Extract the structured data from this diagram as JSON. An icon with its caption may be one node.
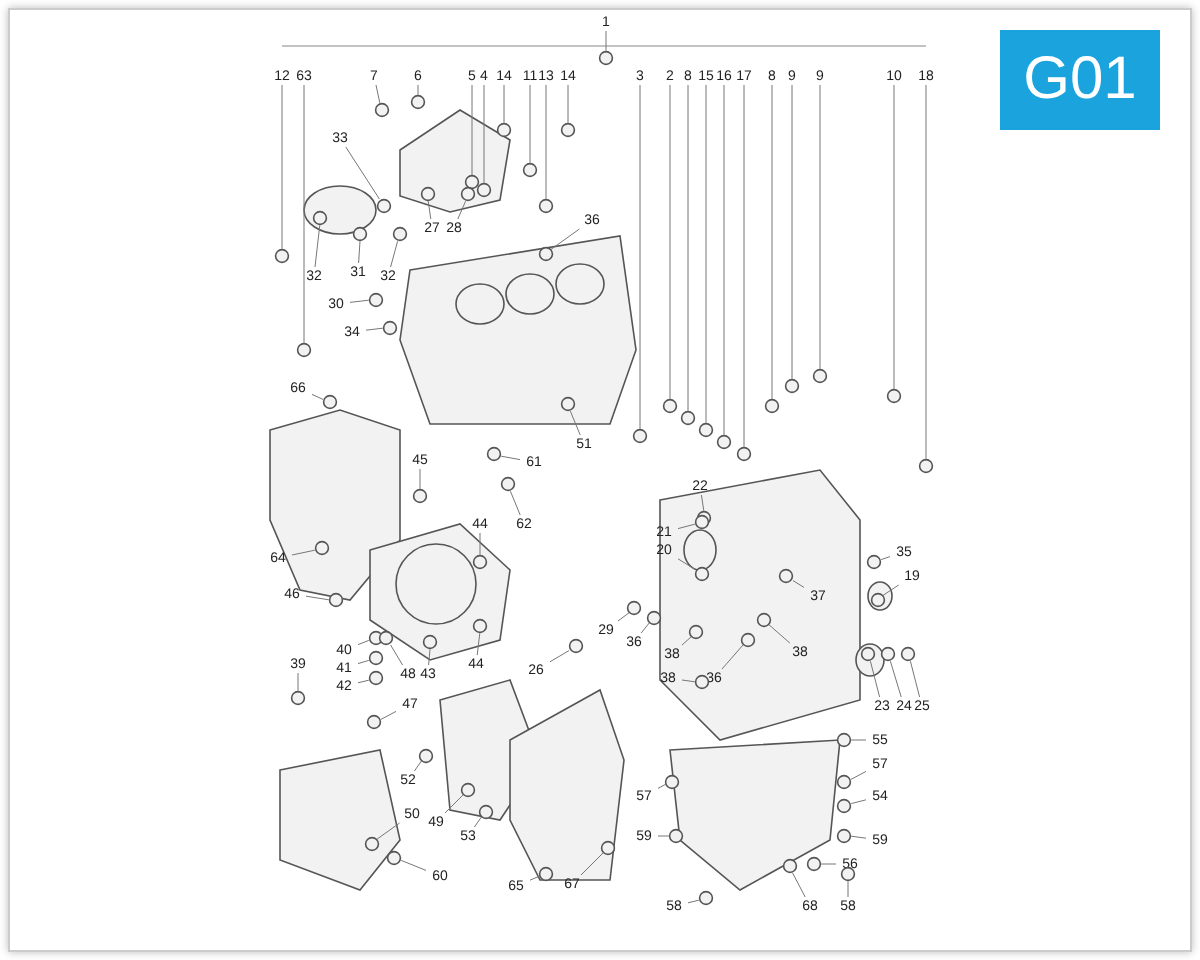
{
  "diagram": {
    "nodes": [
      {
        "text": [
          "1"
        ]
      },
      {
        "text": [
          "12"
        ]
      },
      {
        "text": [
          "63"
        ]
      },
      {
        "text": [
          "7"
        ]
      },
      {
        "text": [
          "6"
        ]
      },
      {
        "text": [
          "5"
        ]
      },
      {
        "text": [
          "4"
        ]
      },
      {
        "text": [
          "14"
        ]
      },
      {
        "text": [
          "11"
        ]
      },
      {
        "text": [
          "13"
        ]
      },
      {
        "text": [
          "14"
        ]
      },
      {
        "text": [
          "3"
        ]
      },
      {
        "text": [
          "2"
        ]
      },
      {
        "text": [
          "8"
        ]
      },
      {
        "text": [
          "15"
        ]
      },
      {
        "text": [
          "16"
        ]
      },
      {
        "text": [
          "17"
        ]
      },
      {
        "text": [
          "8"
        ]
      },
      {
        "text": [
          "9"
        ]
      },
      {
        "text": [
          "9"
        ]
      },
      {
        "text": [
          "10"
        ]
      },
      {
        "text": [
          "18"
        ]
      },
      {
        "text": [
          "33"
        ]
      },
      {
        "text": [
          "27"
        ]
      },
      {
        "text": [
          "28"
        ]
      },
      {
        "text": [
          "36"
        ]
      },
      {
        "text": [
          "32"
        ]
      },
      {
        "text": [
          "31"
        ]
      },
      {
        "text": [
          "32"
        ]
      },
      {
        "text": [
          "30"
        ]
      },
      {
        "text": [
          "34"
        ]
      },
      {
        "text": [
          "66"
        ]
      },
      {
        "text": [
          "51"
        ]
      },
      {
        "text": [
          "45"
        ]
      },
      {
        "text": [
          "61"
        ]
      },
      {
        "text": [
          "62"
        ]
      },
      {
        "text": [
          "44"
        ]
      },
      {
        "text": [
          "64"
        ]
      },
      {
        "text": [
          "46"
        ]
      },
      {
        "text": [
          "39"
        ]
      },
      {
        "text": [
          "40"
        ]
      },
      {
        "text": [
          "41"
        ]
      },
      {
        "text": [
          "42"
        ]
      },
      {
        "text": [
          "48"
        ]
      },
      {
        "text": [
          "43"
        ]
      },
      {
        "text": [
          "44"
        ]
      },
      {
        "text": [
          "47"
        ]
      },
      {
        "text": [
          "22"
        ]
      },
      {
        "text": [
          "21"
        ]
      },
      {
        "text": [
          "20"
        ]
      },
      {
        "text": [
          "29"
        ]
      },
      {
        "text": [
          "36"
        ]
      },
      {
        "text": [
          "38"
        ]
      },
      {
        "text": [
          "38"
        ]
      },
      {
        "text": [
          "37"
        ]
      },
      {
        "text": [
          "38"
        ]
      },
      {
        "text": [
          "36"
        ]
      },
      {
        "text": [
          "35"
        ]
      },
      {
        "text": [
          "19"
        ]
      },
      {
        "text": [
          "23"
        ]
      },
      {
        "text": [
          "24"
        ]
      },
      {
        "text": [
          "25"
        ]
      },
      {
        "text": [
          "26"
        ]
      },
      {
        "text": [
          "52"
        ]
      },
      {
        "text": [
          "50"
        ]
      },
      {
        "text": [
          "49"
        ]
      },
      {
        "text": [
          "53"
        ]
      },
      {
        "text": [
          "60"
        ]
      },
      {
        "text": [
          "65"
        ]
      },
      {
        "text": [
          "67"
        ]
      },
      {
        "text": [
          "57"
        ]
      },
      {
        "text": [
          "59"
        ]
      },
      {
        "text": [
          "55"
        ]
      },
      {
        "text": [
          "57"
        ]
      },
      {
        "text": [
          "54"
        ]
      },
      {
        "text": [
          "59"
        ]
      },
      {
        "text": [
          "56"
        ]
      },
      {
        "text": [
          "58"
        ]
      },
      {
        "text": [
          "68"
        ]
      },
      {
        "text": [
          "58"
        ]
      },
      {
        "text": [],
        "shape": "circle"
      },
      {
        "text": [],
        "shape": "circle"
      },
      {
        "text": [],
        "shape": "circle"
      },
      {
        "text": [],
        "shape": "circle"
      },
      {
        "text": [],
        "shape": "circle"
      },
      {
        "text": [],
        "shape": "circle"
      },
      {
        "text": [],
        "shape": "circle"
      },
      {
        "text": [],
        "shape": "circle"
      },
      {
        "text": [],
        "shape": "circle"
      },
      {
        "text": [],
        "shape": "circle"
      },
      {
        "text": [],
        "shape": "circle"
      },
      {
        "text": [],
        "shape": "circle"
      },
      {
        "text": [],
        "shape": "circle"
      },
      {
        "text": [],
        "shape": "circle"
      },
      {
        "text": [],
        "shape": "circle"
      },
      {
        "text": [],
        "shape": "circle"
      },
      {
        "text": [],
        "shape": "circle"
      },
      {
        "text": [],
        "shape": "circle"
      },
      {
        "text": [],
        "shape": "circle"
      },
      {
        "text": [],
        "shape": "circle"
      },
      {
        "text": [],
        "shape": "circle"
      },
      {
        "text": [],
        "shape": "circle"
      },
      {
        "text": [],
        "shape": "circle"
      },
      {
        "text": [],
        "shape": "circle"
      },
      {
        "text": [],
        "shape": "circle"
      },
      {
        "text": [],
        "shape": "circle"
      },
      {
        "text": [],
        "shape": "circle"
      },
      {
        "text": [],
        "shape": "circle"
      },
      {
        "text": [],
        "shape": "circle"
      },
      {
        "text": [],
        "shape": "circle"
      },
      {
        "text": [],
        "shape": "circle"
      },
      {
        "text": [],
        "shape": "circle"
      },
      {
        "text": [],
        "shape": "circle"
      },
      {
        "text": [],
        "shape": "circle"
      },
      {
        "text": [],
        "shape": "circle"
      },
      {
        "text": [],
        "shape": "circle"
      },
      {
        "text": [],
        "shape": "circle"
      },
      {
        "text": [],
        "shape": "circle"
      },
      {
        "text": [],
        "shape": "circle"
      },
      {
        "text": [],
        "shape": "circle"
      },
      {
        "text": [],
        "shape": "circle"
      },
      {
        "text": [],
        "shape": "circle"
      },
      {
        "text": [],
        "shape": "circle"
      },
      {
        "text": [],
        "shape": "circle"
      },
      {
        "text": [],
        "shape": "circle"
      },
      {
        "text": [],
        "shape": "circle"
      },
      {
        "text": [],
        "shape": "circle"
      },
      {
        "text": [],
        "shape": "circle"
      },
      {
        "text": [],
        "shape": "circle"
      },
      {
        "text": [],
        "shape": "circle"
      },
      {
        "text": [],
        "shape": "circle"
      },
      {
        "text": [],
        "shape": "circle"
      },
      {
        "text": [],
        "shape": "circle"
      },
      {
        "text": [],
        "shape": "circle"
      },
      {
        "text": [],
        "shape": "circle"
      },
      {
        "text": [],
        "shape": "circle"
      },
      {
        "text": [],
        "shape": "circle"
      },
      {
        "text": [],
        "shape": "circle"
      },
      {
        "text": [],
        "shape": "circle"
      },
      {
        "text": [],
        "shape": "circle"
      },
      {
        "text": [],
        "shape": "circle"
      },
      {
        "text": [],
        "shape": "circle"
      },
      {
        "text": [],
        "shape": "circle"
      },
      {
        "text": [],
        "shape": "circle"
      },
      {
        "text": [],
        "shape": "circle"
      },
      {
        "text": [],
        "shape": "circle"
      },
      {
        "text": [],
        "shape": "circle"
      },
      {
        "text": [],
        "shape": "circle"
      },
      {
        "text": [],
        "shape": "circle"
      },
      {
        "text": [],
        "shape": "circle"
      },
      {
        "text": [],
        "shape": "circle"
      },
      {
        "text": [],
        "shape": "circle"
      },
      {
        "text": [],
        "shape": "circle"
      },
      {
        "text": [],
        "shape": "circle"
      },
      {
        "text": [],
        "shape": "circle"
      },
      {
        "text": [],
        "shape": "circle"
      },
      {
        "text": [],
        "shape": "circle"
      },
      {
        "text": [],
        "shape": "circle"
      },
      {
        "text": [],
        "shape": "circle"
      },
      {
        "text": [],
        "shape": "circle"
      }
    ],
    "edges": [
      {
        "from": 0,
        "to": 80,
        "arrow": "none"
      },
      {
        "from": 1,
        "to": 81,
        "arrow": "none"
      },
      {
        "from": 2,
        "to": 82,
        "arrow": "none"
      },
      {
        "from": 3,
        "to": 83,
        "arrow": "none"
      },
      {
        "from": 4,
        "to": 84,
        "arrow": "none"
      },
      {
        "from": 5,
        "to": 85,
        "arrow": "none"
      },
      {
        "from": 6,
        "to": 86,
        "arrow": "none"
      },
      {
        "from": 7,
        "to": 87,
        "arrow": "none"
      },
      {
        "from": 8,
        "to": 88,
        "arrow": "none"
      },
      {
        "from": 9,
        "to": 89,
        "arrow": "none"
      },
      {
        "from": 10,
        "to": 90,
        "arrow": "none"
      },
      {
        "from": 11,
        "to": 91,
        "arrow": "none"
      },
      {
        "from": 12,
        "to": 92,
        "arrow": "none"
      },
      {
        "from": 13,
        "to": 93,
        "arrow": "none"
      },
      {
        "from": 14,
        "to": 94,
        "arrow": "none"
      },
      {
        "from": 15,
        "to": 95,
        "arrow": "none"
      },
      {
        "from": 16,
        "to": 96,
        "arrow": "none"
      },
      {
        "from": 17,
        "to": 97,
        "arrow": "none"
      },
      {
        "from": 18,
        "to": 98,
        "arrow": "none"
      },
      {
        "from": 19,
        "to": 99,
        "arrow": "none"
      },
      {
        "from": 20,
        "to": 100,
        "arrow": "none"
      },
      {
        "from": 21,
        "to": 101,
        "arrow": "none"
      },
      {
        "from": 22,
        "to": 102,
        "arrow": "none"
      },
      {
        "from": 23,
        "to": 103,
        "arrow": "none"
      },
      {
        "from": 24,
        "to": 104,
        "arrow": "none"
      },
      {
        "from": 25,
        "to": 105,
        "arrow": "none"
      },
      {
        "from": 26,
        "to": 106,
        "arrow": "none"
      },
      {
        "from": 27,
        "to": 107,
        "arrow": "none"
      },
      {
        "from": 28,
        "to": 108,
        "arrow": "none"
      },
      {
        "from": 29,
        "to": 109,
        "arrow": "none"
      },
      {
        "from": 30,
        "to": 110,
        "arrow": "none"
      },
      {
        "from": 31,
        "to": 111,
        "arrow": "none"
      },
      {
        "from": 32,
        "to": 112,
        "arrow": "none"
      },
      {
        "from": 33,
        "to": 113,
        "arrow": "none"
      },
      {
        "from": 34,
        "to": 114,
        "arrow": "none"
      },
      {
        "from": 35,
        "to": 115,
        "arrow": "none"
      },
      {
        "from": 36,
        "to": 116,
        "arrow": "none"
      },
      {
        "from": 37,
        "to": 117,
        "arrow": "none"
      },
      {
        "from": 38,
        "to": 118,
        "arrow": "none"
      },
      {
        "from": 39,
        "to": 119,
        "arrow": "none"
      },
      {
        "from": 40,
        "to": 120,
        "arrow": "none"
      },
      {
        "from": 41,
        "to": 121,
        "arrow": "none"
      },
      {
        "from": 42,
        "to": 122,
        "arrow": "none"
      },
      {
        "from": 43,
        "to": 123,
        "arrow": "none"
      },
      {
        "from": 44,
        "to": 124,
        "arrow": "none"
      },
      {
        "from": 45,
        "to": 125,
        "arrow": "none"
      },
      {
        "from": 46,
        "to": 126,
        "arrow": "none"
      },
      {
        "from": 47,
        "to": 127,
        "arrow": "none"
      },
      {
        "from": 48,
        "to": 128,
        "arrow": "none"
      },
      {
        "from": 49,
        "to": 129,
        "arrow": "none"
      },
      {
        "from": 50,
        "to": 130,
        "arrow": "none"
      },
      {
        "from": 51,
        "to": 131,
        "arrow": "none"
      },
      {
        "from": 52,
        "to": 132,
        "arrow": "none"
      },
      {
        "from": 53,
        "to": 133,
        "arrow": "none"
      },
      {
        "from": 54,
        "to": 134,
        "arrow": "none"
      },
      {
        "from": 55,
        "to": 135,
        "arrow": "none"
      },
      {
        "from": 56,
        "to": 136,
        "arrow": "none"
      },
      {
        "from": 57,
        "to": 137,
        "arrow": "none"
      },
      {
        "from": 58,
        "to": 138,
        "arrow": "none"
      },
      {
        "from": 59,
        "to": 139,
        "arrow": "none"
      },
      {
        "from": 60,
        "to": 140,
        "arrow": "none"
      },
      {
        "from": 61,
        "to": 141,
        "arrow": "none"
      },
      {
        "from": 62,
        "to": 142,
        "arrow": "none"
      },
      {
        "from": 63,
        "to": 143,
        "arrow": "none"
      },
      {
        "from": 64,
        "to": 144,
        "arrow": "none"
      },
      {
        "from": 65,
        "to": 145,
        "arrow": "none"
      },
      {
        "from": 66,
        "to": 146,
        "arrow": "none"
      },
      {
        "from": 67,
        "to": 147,
        "arrow": "none"
      },
      {
        "from": 68,
        "to": 148,
        "arrow": "none"
      },
      {
        "from": 69,
        "to": 149,
        "arrow": "none"
      },
      {
        "from": 70,
        "to": 150,
        "arrow": "none"
      },
      {
        "from": 71,
        "to": 151,
        "arrow": "none"
      },
      {
        "from": 72,
        "to": 152,
        "arrow": "none"
      },
      {
        "from": 73,
        "to": 153,
        "arrow": "none"
      },
      {
        "from": 74,
        "to": 154,
        "arrow": "none"
      },
      {
        "from": 75,
        "to": 155,
        "arrow": "none"
      },
      {
        "from": 76,
        "to": 156,
        "arrow": "none"
      },
      {
        "from": 77,
        "to": 157,
        "arrow": "none"
      },
      {
        "from": 78,
        "to": 158,
        "arrow": "none"
      },
      {
        "from": 79,
        "to": 159,
        "arrow": "none"
      }
    ],
    "labels": [
      "G01"
    ]
  }
}
